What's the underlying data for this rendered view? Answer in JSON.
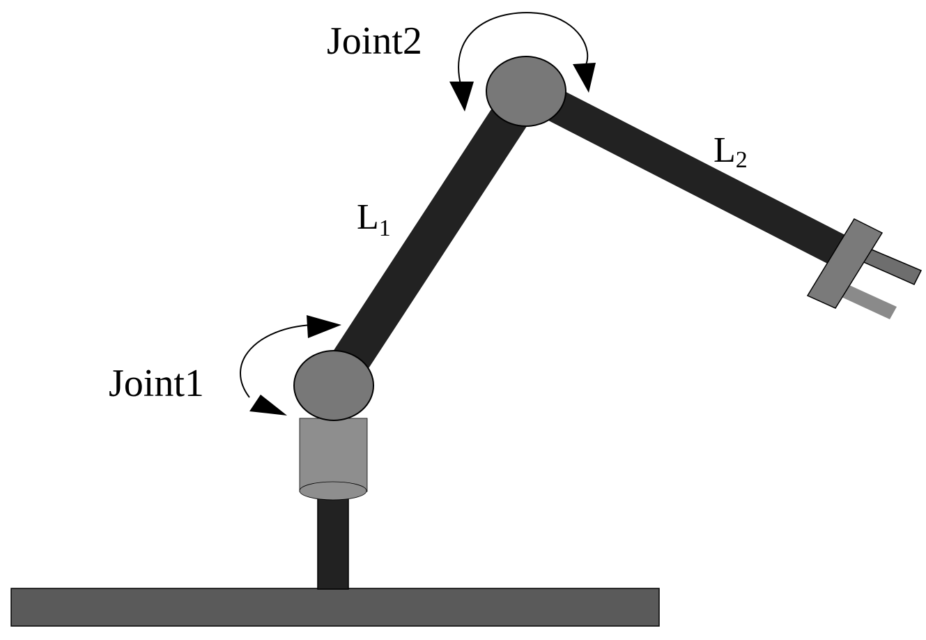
{
  "labels": {
    "joint1": "Joint1",
    "joint2": "Joint2",
    "link1": {
      "main": "L",
      "sub": "1"
    },
    "link2": {
      "main": "L",
      "sub": "2"
    }
  },
  "colors": {
    "base_plate": "#5a5a5a",
    "arm_links": "#222222",
    "joint_sphere": "#787878",
    "base_cylinder": "#8e8e8e",
    "gripper_flange": "#7a7a7a",
    "gripper_finger_top": "#6e6e6e",
    "gripper_finger_bottom": "#8a8a8a",
    "outline": "#000000"
  }
}
